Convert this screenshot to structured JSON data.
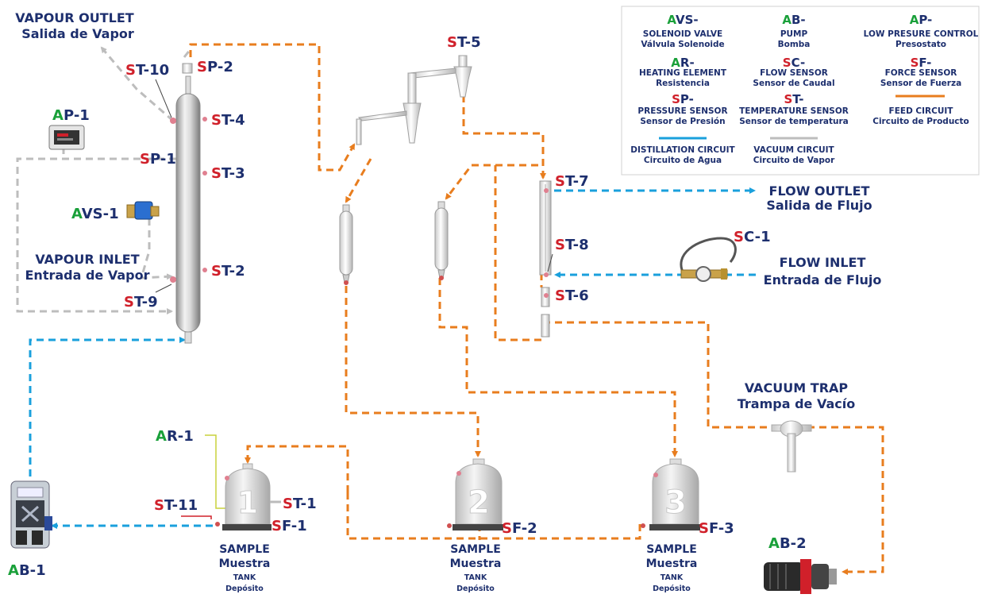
{
  "colors": {
    "navy": "#1d2f6e",
    "sensor_red": "#d0202a",
    "actuator_green": "#1aa03a",
    "feed_orange": "#e87d1e",
    "distillation_blue": "#1aa0dc",
    "vacuum_grey": "#bdbdbd",
    "sample_line_yellowgreen": "#c8d23c"
  },
  "legend": {
    "avs": {
      "code_a": "A",
      "code_b": "VS-",
      "en": "SOLENOID VALVE",
      "es": "Válvula Solenoide"
    },
    "ab": {
      "code_a": "A",
      "code_b": "B-",
      "en": "PUMP",
      "es": "Bomba"
    },
    "ap": {
      "code_a": "A",
      "code_b": "P-",
      "en": "LOW PRESURE CONTROL",
      "es": "Presostato"
    },
    "ar": {
      "code_a": "A",
      "code_b": "R-",
      "en": "HEATING ELEMENT",
      "es": "Resistencia"
    },
    "sc": {
      "code_a": "S",
      "code_b": "C-",
      "en": "FLOW  SENSOR",
      "es": "Sensor de Caudal"
    },
    "sf": {
      "code_a": "S",
      "code_b": "F-",
      "en": "FORCE SENSOR",
      "es": "Sensor de Fuerza"
    },
    "sp": {
      "code_a": "S",
      "code_b": "P-",
      "en": "PRESSURE  SENSOR",
      "es": "Sensor de Presión"
    },
    "st": {
      "code_a": "S",
      "code_b": "T-",
      "en": "TEMPERATURE  SENSOR",
      "es": "Sensor de temperatura"
    },
    "feed": {
      "en": "FEED CIRCUIT",
      "es": "Circuito de Producto"
    },
    "distillation": {
      "en": "DISTILLATION CIRCUIT",
      "es": "Circuito de Agua"
    },
    "vacuum": {
      "en": "VACUUM CIRCUIT",
      "es": "Circuito de Vapor"
    }
  },
  "labels": {
    "vapour_outlet": {
      "en": "VAPOUR OUTLET",
      "es": "Salida de Vapor"
    },
    "vapour_inlet": {
      "en": "VAPOUR INLET",
      "es": "Entrada de Vapor"
    },
    "flow_outlet": {
      "en": "FLOW OUTLET",
      "es": "Salida de Flujo"
    },
    "flow_inlet": {
      "en": "FLOW  INLET",
      "es": "Entrada de Flujo"
    },
    "vacuum_trap": {
      "en": "VACUUM TRAP",
      "es": "Trampa de Vacío"
    }
  },
  "tags": {
    "st10": {
      "a": "S",
      "b": "T-10"
    },
    "sp2": {
      "a": "S",
      "b": "P-2"
    },
    "st5": {
      "a": "S",
      "b": "T-5"
    },
    "st4": {
      "a": "S",
      "b": "T-4"
    },
    "ap1": {
      "a": "A",
      "b": "P-1"
    },
    "sp1": {
      "a": "S",
      "b": "P-1"
    },
    "st3": {
      "a": "S",
      "b": "T-3"
    },
    "avs1": {
      "a": "A",
      "b": "VS-1"
    },
    "st2": {
      "a": "S",
      "b": "T-2"
    },
    "st9": {
      "a": "S",
      "b": "T-9"
    },
    "st7": {
      "a": "S",
      "b": "T-7"
    },
    "st8": {
      "a": "S",
      "b": "T-8"
    },
    "sc1": {
      "a": "S",
      "b": "C-1"
    },
    "st6": {
      "a": "S",
      "b": "T-6"
    },
    "ar1": {
      "a": "A",
      "b": "R-1"
    },
    "st11": {
      "a": "S",
      "b": "T-11"
    },
    "st1": {
      "a": "S",
      "b": "T-1"
    },
    "sf1": {
      "a": "S",
      "b": "F-1"
    },
    "sf2": {
      "a": "S",
      "b": "F-2"
    },
    "sf3": {
      "a": "S",
      "b": "F-3"
    },
    "ab1": {
      "a": "A",
      "b": "B-1"
    },
    "ab2": {
      "a": "A",
      "b": "B-2"
    }
  },
  "tanks": [
    {
      "number": "1",
      "title": "SAMPLE",
      "subtitle": "Muestra",
      "kind": "TANK",
      "kind_es": "Depósito"
    },
    {
      "number": "2",
      "title": "SAMPLE",
      "subtitle": "Muestra",
      "kind": "TANK",
      "kind_es": "Depósito"
    },
    {
      "number": "3",
      "title": "SAMPLE",
      "subtitle": "Muestra",
      "kind": "TANK",
      "kind_es": "Depósito"
    }
  ]
}
